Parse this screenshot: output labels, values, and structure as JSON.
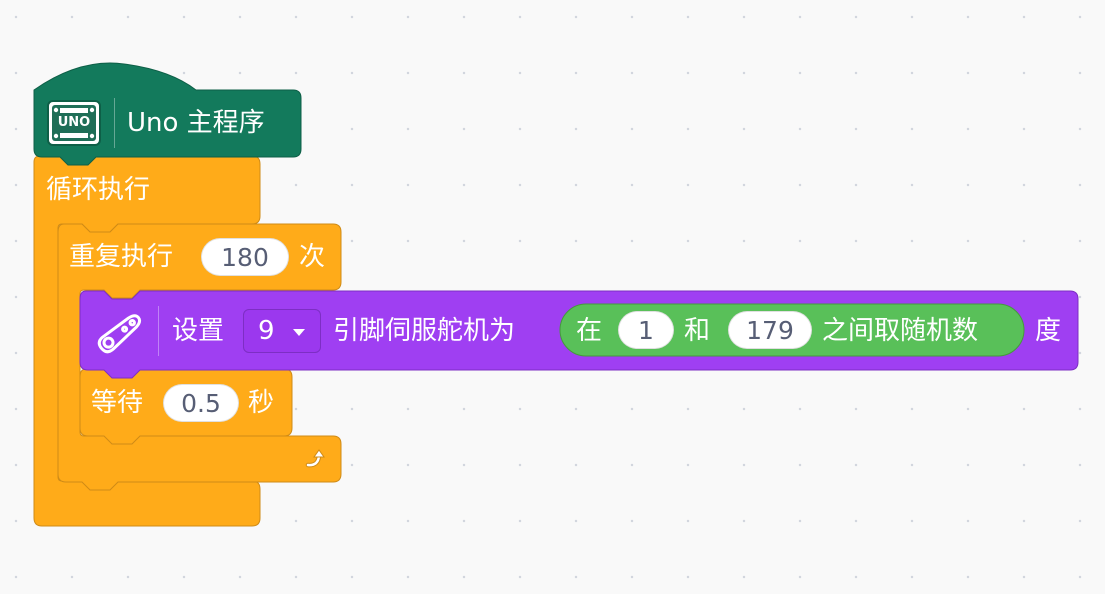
{
  "colors": {
    "hat": "#137a5c",
    "control": "#ffab19",
    "servo": "#9f3ff2",
    "operator": "#59c059",
    "canvas": "#f9f9f9"
  },
  "hat_block": {
    "board_icon_text": "UNO",
    "label": "Uno 主程序"
  },
  "forever_block": {
    "label": "循环执行"
  },
  "repeat_block": {
    "prefix": "重复执行",
    "count": "180",
    "suffix": "次"
  },
  "servo_block": {
    "icon": "servo-horn-icon",
    "set_label": "设置",
    "pin_value": "9",
    "pin_dropdown_icon": "caret-down-icon",
    "mid_label": "引脚伺服舵机为",
    "unit_label": "度"
  },
  "random_block": {
    "prefix": "在",
    "from": "1",
    "joiner": "和",
    "to": "179",
    "suffix": "之间取随机数"
  },
  "wait_block": {
    "prefix": "等待",
    "seconds": "0.5",
    "suffix": "秒"
  },
  "loop_arrow_icon": "loop-arrow-icon"
}
